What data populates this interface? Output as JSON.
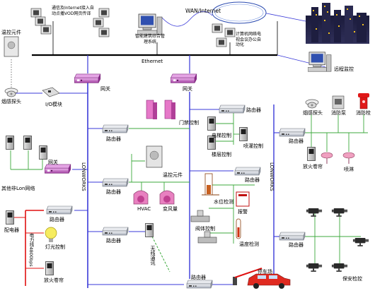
{
  "network": {
    "wan": "WAN/Internet",
    "ethernet": "Ethernet",
    "lonworks": "LONWORKS",
    "power_line": "电力线4800bps",
    "wireless": "无线通讯"
  },
  "nodes": {
    "comm": "通信及Internet接入自动点播VOD网页传译",
    "building_mgmt": "智能建筑综合管理系统",
    "office_auto": "计算机网络电视会议办公自动化",
    "remote": "远程监控",
    "temp_elem_left": "温控元件",
    "smoke_left": "烟感探头",
    "io_module": "I/O模块",
    "gateway": "网关",
    "router": "路由器",
    "other_lon": "其他非Lon网络",
    "power_dist": "配电器",
    "light_ctrl": "灯光控制",
    "fire_shutter_left": "放火卷帘",
    "access_ctrl": "门禁控制",
    "elevator_ctrl": "电梯控制",
    "floor_ctrl": "楼层控制",
    "sprinkler_ctrl": "喷灌控制",
    "temp_elem_mid": "温控元件",
    "hvac": "HVAC",
    "fan_coil": "变风量",
    "water_level": "水位检测",
    "alarm": "报警",
    "valve_ctrl": "阀体控制",
    "temp_detect": "温度检测",
    "parking": "停车场",
    "smoke_right": "烟感探头",
    "fire_pump": "消防泵",
    "hydrant": "消防栓",
    "fire_shutter_right": "放火卷帘",
    "spray": "喷淋",
    "security": "保安检控"
  },
  "colors": {
    "bus_blue": "#3a3ad8",
    "branch_green": "#3caa3c",
    "power_red": "#e01010",
    "gateway_purple": "#c86ac8",
    "router_grey": "#c8ccd4"
  }
}
